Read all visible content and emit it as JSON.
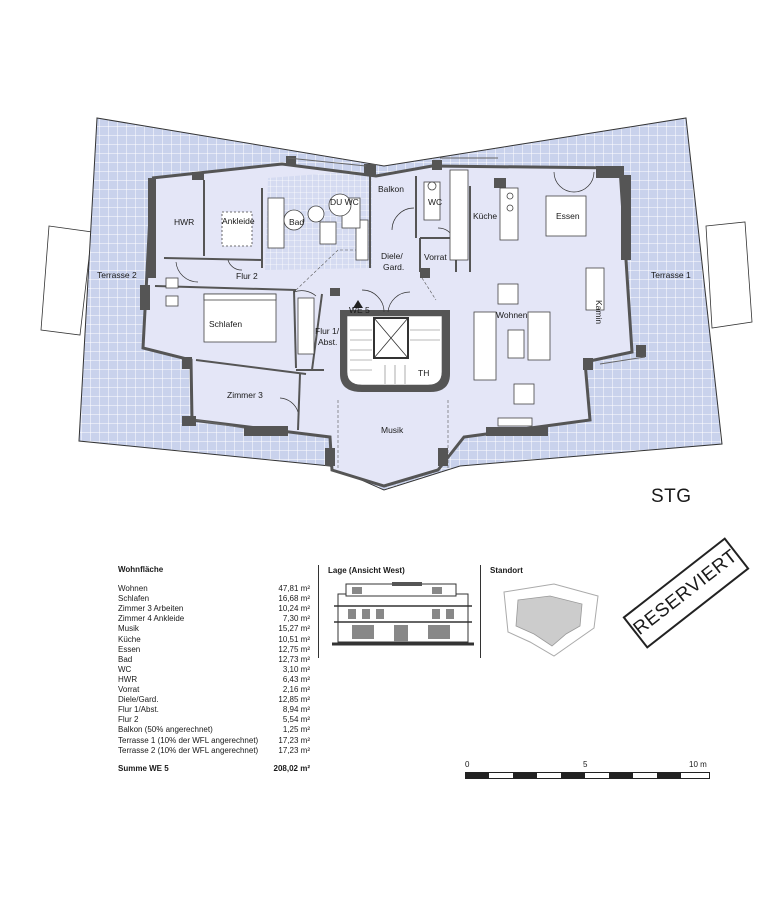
{
  "rooms": {
    "hwr": "HWR",
    "ankleide": "Ankleide",
    "bad": "Bad",
    "du_wc": "DU WC",
    "balkon": "Balkon",
    "wc": "WC",
    "kueche": "Küche",
    "essen": "Essen",
    "terrasse2": "Terrasse 2",
    "terrasse1": "Terrasse 1",
    "flur2": "Flur 2",
    "diele": "Diele/",
    "gard": "Gard.",
    "vorrat": "Vorrat",
    "kamin": "Kamin",
    "schlafen": "Schlafen",
    "flur1": "Flur 1/",
    "abst": "Abst.",
    "we": "WE 5",
    "wohnen": "Wohnen",
    "th": "TH",
    "zimmer3": "Zimmer 3",
    "musik": "Musik"
  },
  "level_label": "STG",
  "area_table": {
    "title": "Wohnfläche",
    "rows": [
      {
        "name": "Wohnen",
        "value": "47,81 m²"
      },
      {
        "name": "Schlafen",
        "value": "16,68 m²"
      },
      {
        "name": "Zimmer 3 Arbeiten",
        "value": "10,24 m²"
      },
      {
        "name": "Zimmer 4 Ankleide",
        "value": "7,30 m²"
      },
      {
        "name": "Musik",
        "value": "15,27 m²"
      },
      {
        "name": "Küche",
        "value": "10,51 m²"
      },
      {
        "name": "Essen",
        "value": "12,75 m²"
      },
      {
        "name": "Bad",
        "value": "12,73 m²"
      },
      {
        "name": "WC",
        "value": "3,10 m²"
      },
      {
        "name": "HWR",
        "value": "6,43 m²"
      },
      {
        "name": "Vorrat",
        "value": "2,16 m²"
      },
      {
        "name": "Diele/Gard.",
        "value": "12,85 m²"
      },
      {
        "name": "Flur 1/Abst.",
        "value": "8,94 m²"
      },
      {
        "name": "Flur 2",
        "value": "5,54 m²"
      },
      {
        "name": "Balkon (50% angerechnet)",
        "value": "1,25 m²"
      },
      {
        "name": "Terrasse 1 (10% der WFL angerechnet)",
        "value": "17,23 m²"
      },
      {
        "name": "Terrasse 2 (10% der WFL angerechnet)",
        "value": "17,23 m²"
      }
    ],
    "total_label": "Summe WE 5",
    "total_value": "208,02 m²"
  },
  "lage_title": "Lage (Ansicht West)",
  "standort_title": "Standort",
  "stamp": "RESERVIERT",
  "scale": {
    "l0": "0",
    "l5": "5",
    "l10": "10 m"
  },
  "colors": {
    "room_fill": "#e4e6f7",
    "terrace_fill": "#c9d2ec",
    "wall": "#555555",
    "grid": "#ffffff"
  }
}
